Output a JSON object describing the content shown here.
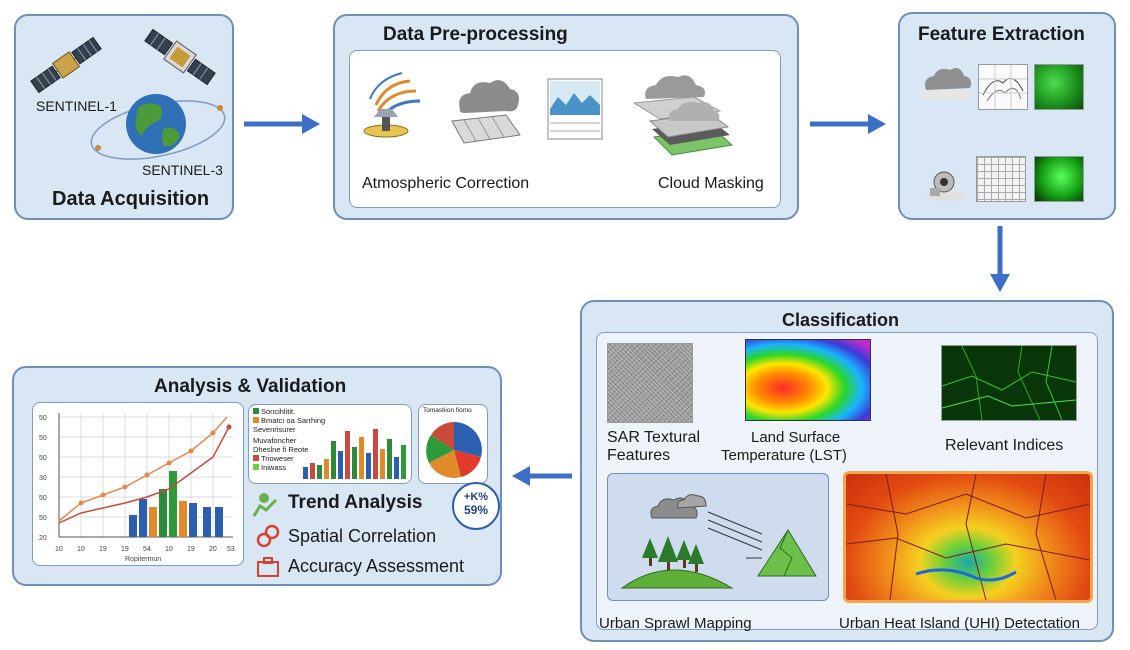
{
  "acquisition": {
    "title": "Data Acquisition",
    "sat1_label": "SENTINEL-1",
    "sat3_label": "SENTINEL-3"
  },
  "preprocessing": {
    "title": "Data Pre-processing",
    "atmos_label": "Atmospheric Correction",
    "cloud_label": "Cloud Masking"
  },
  "features": {
    "title": "Feature Extraction"
  },
  "classification": {
    "title": "Classification",
    "sar_label_1": "SAR Textural",
    "sar_label_2": "Features",
    "lst_label_1": "Land Surface",
    "lst_label_2": "Temperature (LST)",
    "indices_label": "Relevant Indices",
    "sprawl_label": "Urban Sprawl Mapping",
    "uhi_label": "Urban Heat Island (UHI) Detectation"
  },
  "analysis": {
    "title": "Analysis & Validation",
    "trend_label": "Trend Analysis",
    "spatial_label": "Spatial Correlation",
    "accuracy_label": "Accuracy Assessment",
    "badge_line1": "+K%",
    "badge_line2": "59%",
    "mini_pie_title": "Tomastiion fiomo",
    "legend_items": [
      "Soncihlitit.",
      "Bmatcı oa Sarrhing",
      "Sevenrisurer",
      "Muvafoncher",
      "Dheslne fi Reote",
      "Trioweser",
      "Iniwass"
    ],
    "chart_x_label": "Ropitermun"
  },
  "colors": {
    "panel_bg": "#d9e6f3",
    "panel_border": "#6d8fb8",
    "arrow": "#3d6fc6"
  }
}
